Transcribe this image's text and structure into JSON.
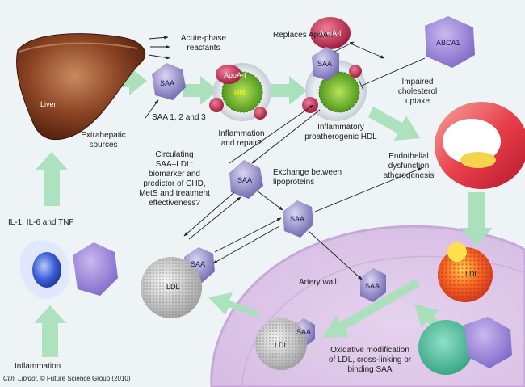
{
  "labels": {
    "acute_phase": "Acute-phase\nreactants",
    "replaces_apoa1": "Replaces ApoA-I",
    "impaired_uptake": "Impaired\ncholesterol\nuptake",
    "saa_123": "SAA 1, 2 and 3",
    "extrahepatic": "Extrahepatic\nsources",
    "inflammation_repair": "Inflammation\nand repair?",
    "inflammatory_hdl": "Inflammatory\nproatherogenic HDL",
    "circulating": "Circulating\nSAA–LDL:\nbiomarker and\npredictor of CHD,\nMetS and treatment\neffectiveness?",
    "exchange": "Exchange between\nlipoproteins",
    "endothelial": "Endothelial\ndysfunction\natherogenesis",
    "cytokines": "IL-1, IL-6 and TNF",
    "artery_wall": "Artery wall",
    "oxidative": "Oxidative modification\nof LDL, cross-linking or\nbinding SAA",
    "inflammation": "Inflammation"
  },
  "blobs": {
    "liver": "Liver",
    "apoa1_top": "ApoA-I",
    "abca1": "ABCA1",
    "apoa1_hdl": "ApoA-I",
    "hdl": "HDL",
    "saa": "SAA",
    "ldl": "LDL"
  },
  "credit": {
    "journal": "Clin. Lipidol.",
    "rest": " © Future Science Group (2010)"
  },
  "colors": {
    "background": "#eef3f6",
    "cell": "#dcc6e6",
    "cell_border": "#c7a9d9",
    "flow_arrow": "#a8e0ba",
    "saa": "#8f88c4",
    "liver": "#7a3a1e",
    "apoa1": "#c4284f",
    "abca1": "#a088d8",
    "hdl_core": "#7cc22e",
    "artery": "#e8404a",
    "ldl_shell": "#d0d0d0"
  }
}
